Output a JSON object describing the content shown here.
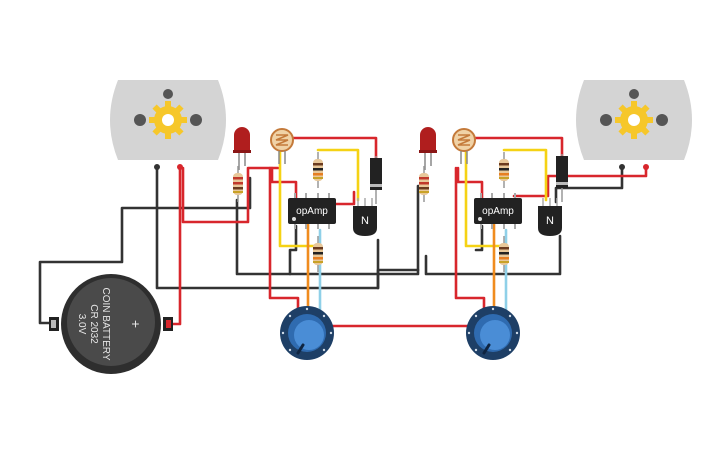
{
  "colors": {
    "wire_black": "#333333",
    "wire_red": "#d8262c",
    "wire_yellow": "#f5d214",
    "wire_orange": "#f08c1e",
    "wire_blue": "#8fd0e8",
    "motor_body": "#d4d4d4",
    "gear_yellow": "#f6c72a",
    "pot_knob": "#4a8dd6",
    "pot_ring": "#1e3f66",
    "led_red": "#b01e1e",
    "chip_body": "#222222",
    "battery_body": "#4a4a4a"
  },
  "components": {
    "battery": {
      "label_line1": "COIN BATTERY",
      "label_line2": "CR 2032",
      "label_line3": "3.0V",
      "polarity_symbol": "+"
    },
    "opamp_left": {
      "label": "opAmp"
    },
    "opamp_right": {
      "label": "opAmp"
    },
    "transistor_left": {
      "label": "N"
    },
    "transistor_right": {
      "label": "N"
    }
  }
}
